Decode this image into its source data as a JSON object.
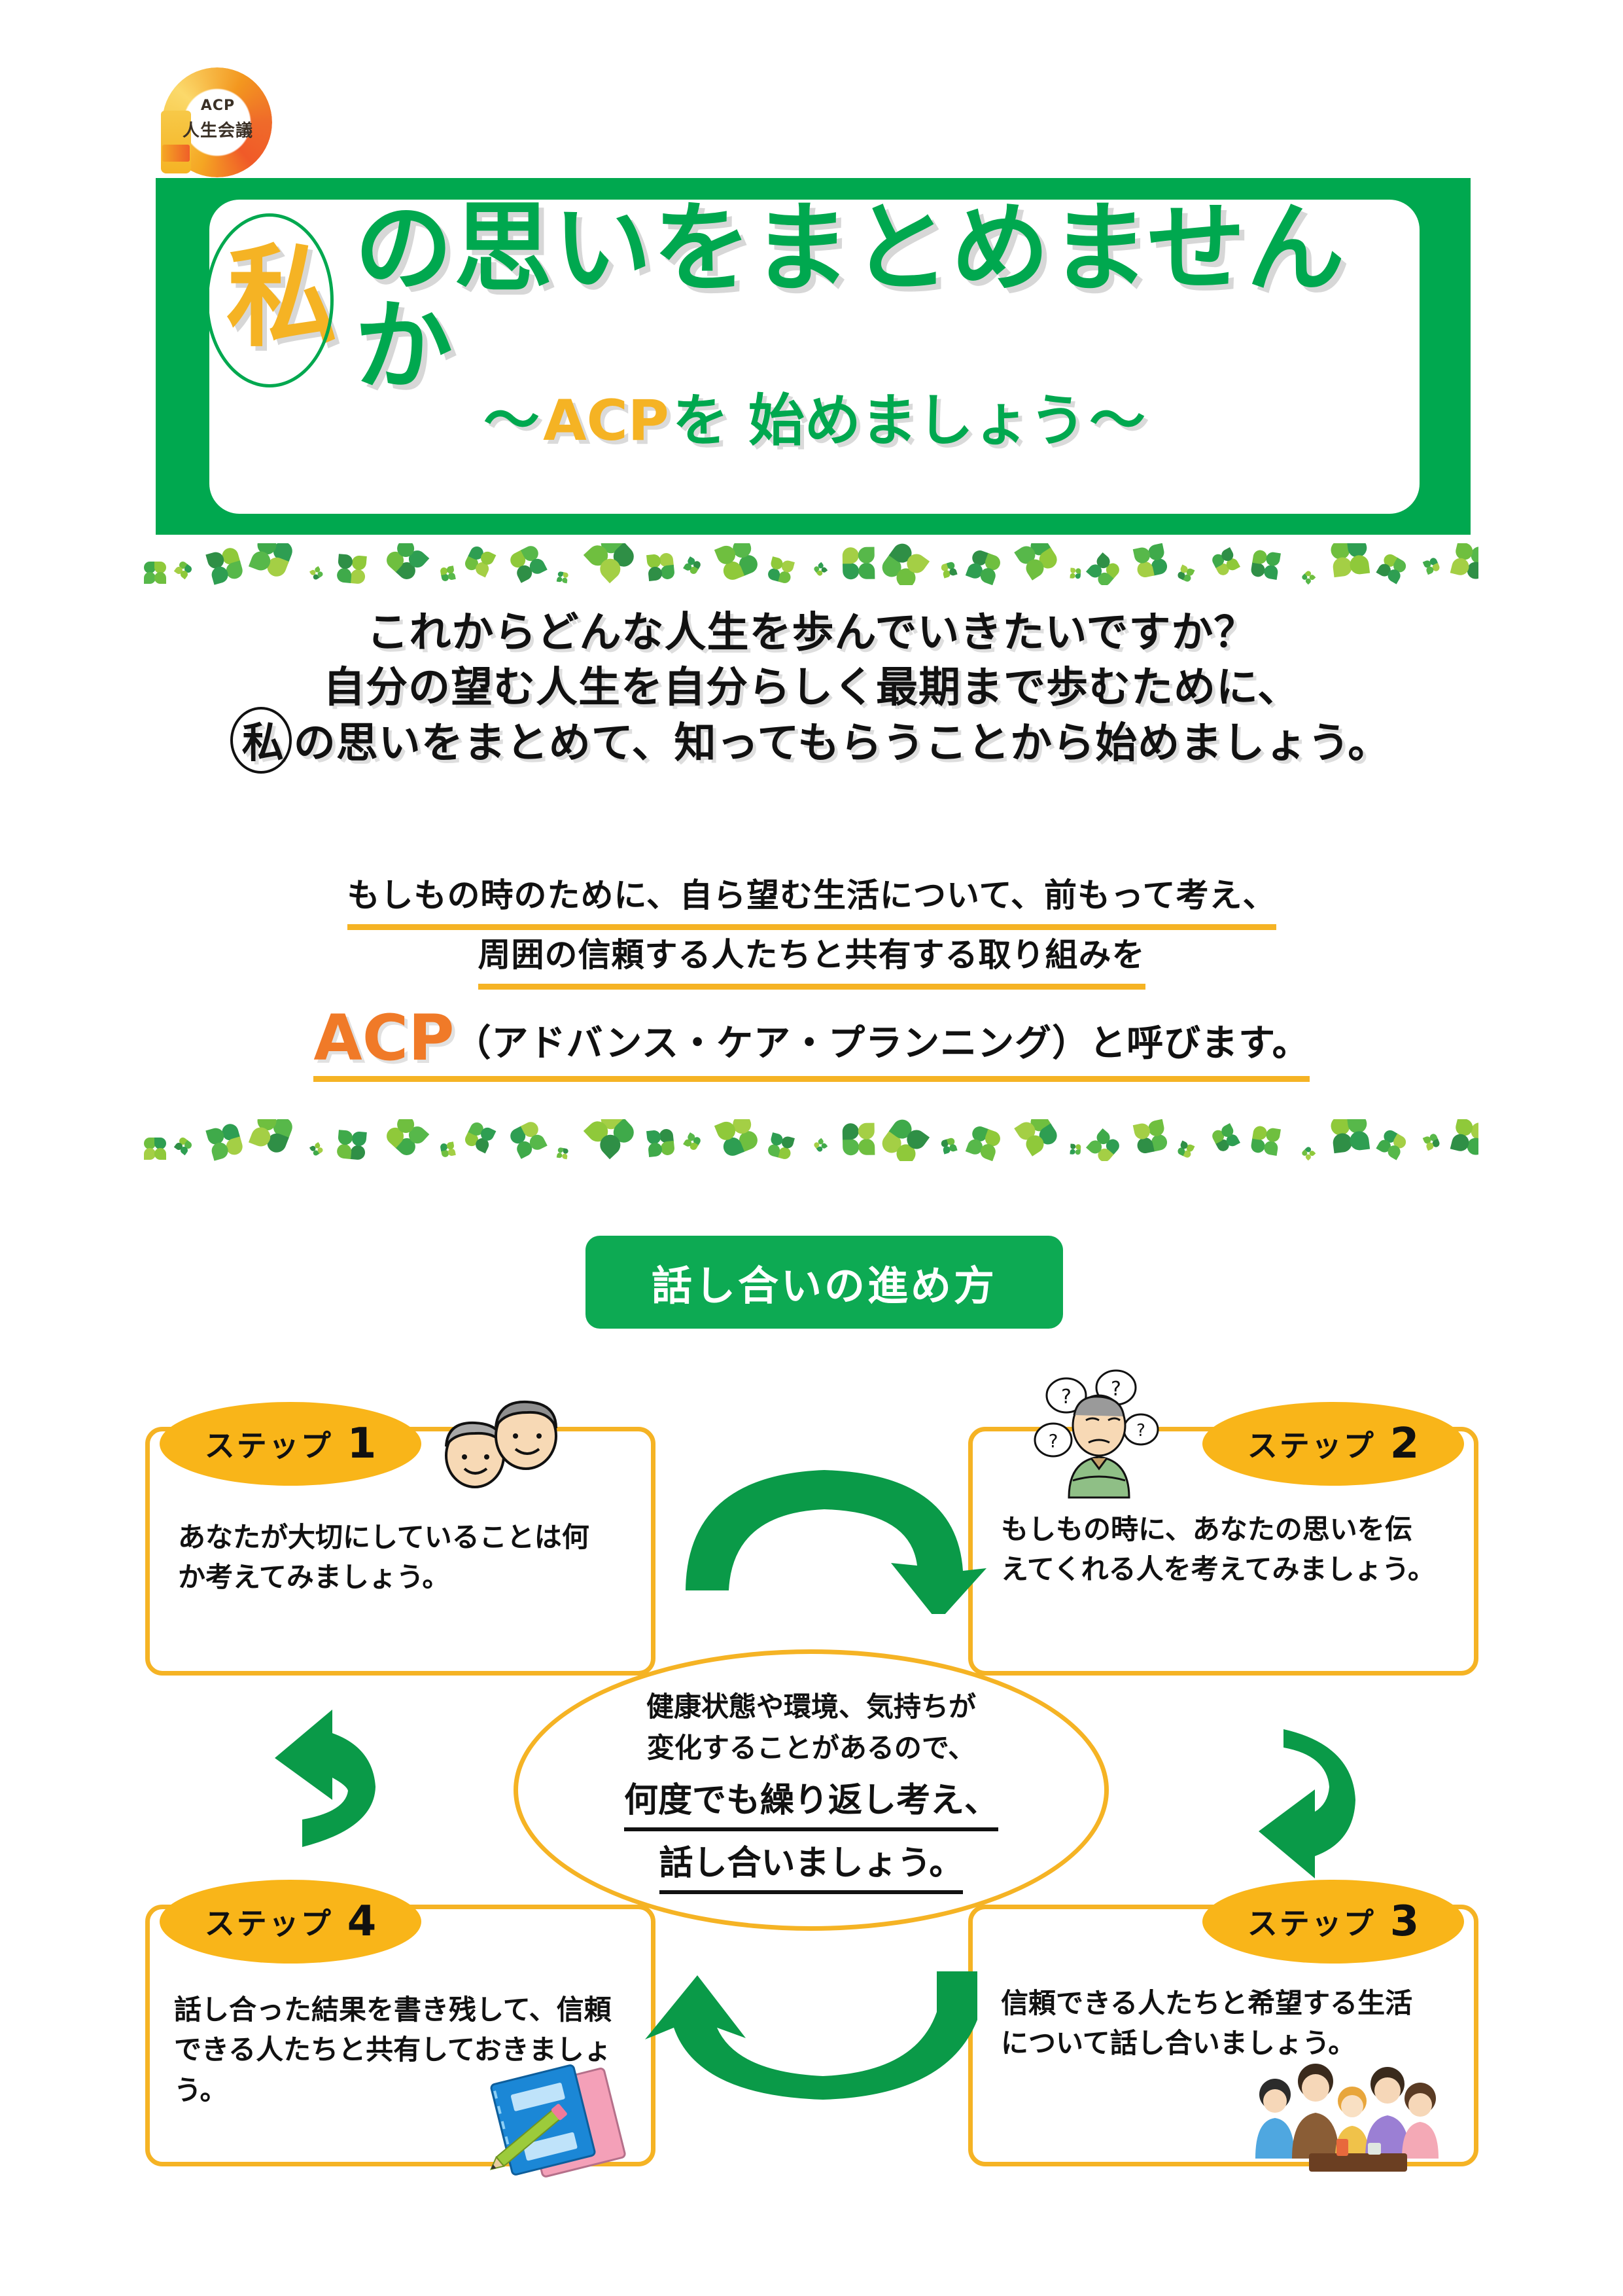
{
  "logo": {
    "acp_text": "ACP",
    "jp_text": "人生会議",
    "name": "acp-jinsei-kaigi-logo"
  },
  "header": {
    "title_circled": "私",
    "title_rest": "の思いをまとめませんか",
    "subtitle_prefix": "～",
    "subtitle_acp": "ACP",
    "subtitle_mid": "を 始めましょう",
    "subtitle_suffix": "～"
  },
  "intro": {
    "line1": "これからどんな人生を歩んでいきたいですか？",
    "line2": "自分の望む人生を自分らしく最期まで歩むために、",
    "line3_circled": "私",
    "line3_rest": "の思いをまとめて、知ってもらうことから始めましょう。"
  },
  "acp_definition": {
    "line1": "もしもの時のために、自ら望む生活について、前もって考え、",
    "line2": "周囲の信頼する人たちと共有する取り組みを",
    "acp_label": "ACP",
    "acp_expansion": "（アドバンス・ケア・プランニング）と呼びます。"
  },
  "section": {
    "heading": "話し合いの進め方"
  },
  "cycle": {
    "center_note_line1": "健康状態や環境、気持ちが",
    "center_note_line2": "変化することがあるので、",
    "center_emph_line1": "何度でも繰り返し考え、",
    "center_emph_line2": "話し合いましょう。",
    "steps": [
      {
        "label": "ステップ",
        "number": "1",
        "text": "あなたが大切にしていることは何か考えてみましょう。",
        "illustration": "elderly-couple-faces-icon"
      },
      {
        "label": "ステップ",
        "number": "2",
        "text": "もしもの時に、あなたの思いを伝えてくれる人を考えてみましょう。",
        "illustration": "thinking-man-question-marks-icon"
      },
      {
        "label": "ステップ",
        "number": "3",
        "text": "信頼できる人たちと希望する生活について話し合いましょう。",
        "illustration": "family-meeting-icon"
      },
      {
        "label": "ステップ",
        "number": "4",
        "text": "話し合った結果を書き残して、信頼できる人たちと共有しておきましょう。",
        "illustration": "notebook-pencil-icon"
      }
    ],
    "arrows": [
      {
        "name": "arrow-step1-to-step2",
        "direction": "right"
      },
      {
        "name": "arrow-step2-to-step3",
        "direction": "down"
      },
      {
        "name": "arrow-step3-to-step4",
        "direction": "left"
      },
      {
        "name": "arrow-step4-to-step1",
        "direction": "up"
      }
    ]
  },
  "colors": {
    "brand_green": "#00a84f",
    "accent_yellow": "#f5b324",
    "accent_orange": "#f07a28",
    "step_oval": "#f9b519",
    "arrow_green": "#0a9a48"
  }
}
